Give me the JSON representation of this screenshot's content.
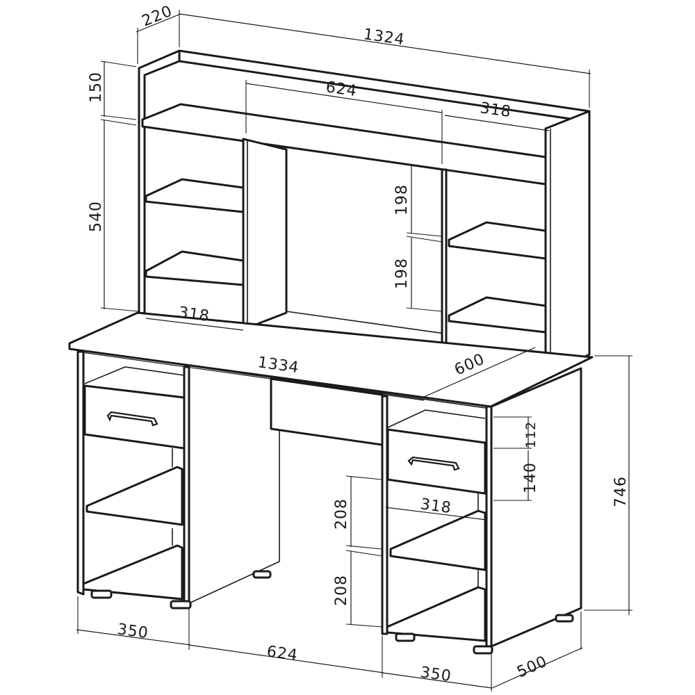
{
  "drawing": {
    "subject": "computer desk with hutch",
    "dimensions": {
      "hutch_depth": "220",
      "hutch_width": "1324",
      "hutch_top_height": "150",
      "hutch_center_opening": "624",
      "hutch_right_section": "318",
      "hutch_side_height": "540",
      "hutch_left_section": "318",
      "hutch_shelf_gap_upper": "198",
      "hutch_shelf_gap_lower": "198",
      "desk_top_width": "1334",
      "desk_depth": "600",
      "drawer_offset": "112",
      "drawer_height": "140",
      "desk_height": "746",
      "pedestal_shelf_width": "318",
      "pedestal_gap_upper": "208",
      "pedestal_gap_lower": "208",
      "left_pedestal_width": "350",
      "center_knee_width": "624",
      "right_pedestal_width": "350",
      "pedestal_depth": "500"
    }
  }
}
